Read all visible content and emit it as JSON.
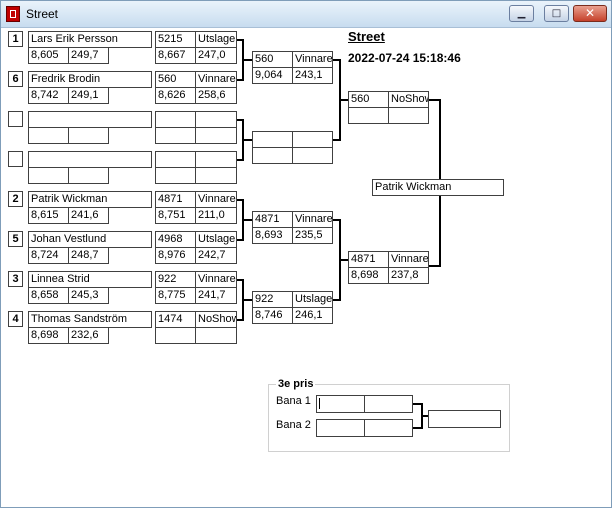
{
  "window": {
    "title": "Street"
  },
  "header": {
    "title": "Street",
    "datetime": "2022-07-24 15:18:46"
  },
  "round1": [
    {
      "seed": "1",
      "name": "Lars Erik Persson",
      "rt": "8,605",
      "et": "249,7"
    },
    {
      "seed": "6",
      "name": "Fredrik Brodin",
      "rt": "8,742",
      "et": "249,1"
    },
    {
      "seed": "",
      "name": "",
      "rt": "",
      "et": ""
    },
    {
      "seed": "",
      "name": "",
      "rt": "",
      "et": ""
    },
    {
      "seed": "2",
      "name": "Patrik Wickman",
      "rt": "8,615",
      "et": "241,6"
    },
    {
      "seed": "5",
      "name": "Johan Vestlund",
      "rt": "8,724",
      "et": "248,7"
    },
    {
      "seed": "3",
      "name": "Linnea Strid",
      "rt": "8,658",
      "et": "245,3"
    },
    {
      "seed": "4",
      "name": "Thomas Sandström",
      "rt": "8,698",
      "et": "232,6"
    }
  ],
  "round1_results": [
    {
      "speed": "5215",
      "outcome": "Utslagen",
      "rt": "8,667",
      "et": "247,0"
    },
    {
      "speed": "560",
      "outcome": "Vinnare",
      "rt": "8,626",
      "et": "258,6"
    },
    {
      "speed": "",
      "outcome": "",
      "rt": "",
      "et": ""
    },
    {
      "speed": "",
      "outcome": "",
      "rt": "",
      "et": ""
    },
    {
      "speed": "4871",
      "outcome": "Vinnare",
      "rt": "8,751",
      "et": "211,0"
    },
    {
      "speed": "4968",
      "outcome": "Utslagen",
      "rt": "8,976",
      "et": "242,7"
    },
    {
      "speed": "922",
      "outcome": "Vinnare",
      "rt": "8,775",
      "et": "241,7"
    },
    {
      "speed": "1474",
      "outcome": "NoShow",
      "rt": "",
      "et": ""
    }
  ],
  "round2": [
    {
      "speed": "560",
      "outcome": "Vinnare",
      "rt": "9,064",
      "et": "243,1"
    },
    {
      "speed": "",
      "outcome": "",
      "rt": "",
      "et": ""
    },
    {
      "speed": "4871",
      "outcome": "Vinnare",
      "rt": "8,693",
      "et": "235,5"
    },
    {
      "speed": "922",
      "outcome": "Utslagen",
      "rt": "8,746",
      "et": "246,1"
    }
  ],
  "semi": [
    {
      "speed": "560",
      "outcome": "NoShow",
      "rt": "",
      "et": ""
    },
    {
      "speed": "4871",
      "outcome": "Vinnare",
      "rt": "8,698",
      "et": "237,8"
    }
  ],
  "winner": "Patrik Wickman",
  "third_place": {
    "legend": "3e pris",
    "lanes": [
      {
        "label": "Bana 1",
        "a": "",
        "b": ""
      },
      {
        "label": "Bana 2",
        "a": "",
        "b": ""
      }
    ],
    "result": ""
  }
}
